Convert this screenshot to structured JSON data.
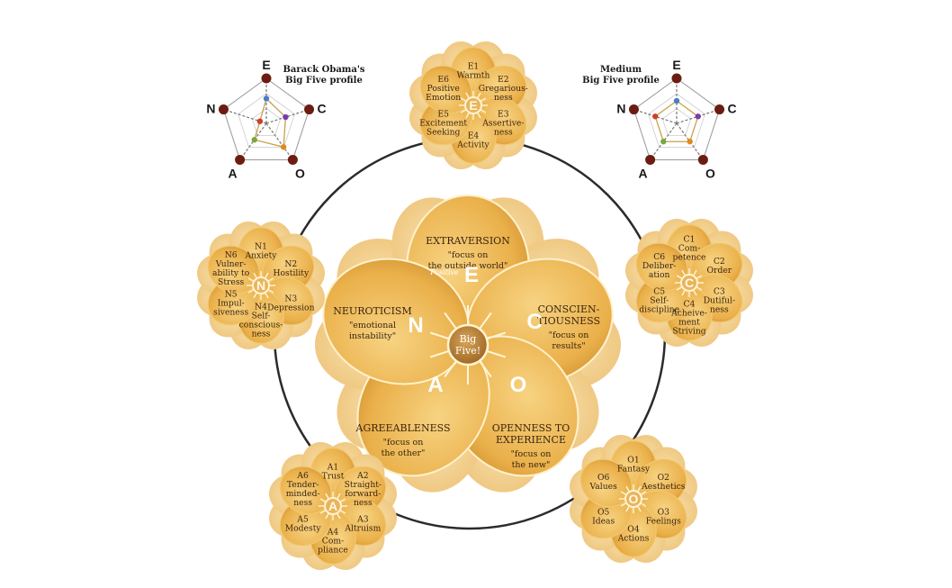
{
  "colors": {
    "petal_light": "#f2c870",
    "petal_mid": "#e9ad45",
    "petal_dark": "#c98a28",
    "petal_back": "#f6dca4",
    "petal_outline": "#b07a2a",
    "text_dark": "#3b2410",
    "ring": "#2b2b2b",
    "node_dark": "#6b1d12",
    "facet_blue": "#4a7fc4",
    "facet_purple": "#7b3ab0",
    "facet_orange": "#e08a1e",
    "facet_green": "#7aa83c",
    "facet_red": "#d03c2c"
  },
  "center": {
    "hub": [
      "Big",
      "Five!"
    ],
    "petals": [
      {
        "letter": "E",
        "title": [
          "EXTRAVERSION"
        ],
        "desc": [
          "\"focus on",
          "the outside world\""
        ]
      },
      {
        "letter": "C",
        "title": [
          "CONSCIEN-",
          "TIOUSNESS"
        ],
        "desc": [
          "\"focus on",
          "results\""
        ]
      },
      {
        "letter": "O",
        "title": [
          "OPENNESS TO",
          "EXPERIENCE"
        ],
        "desc": [
          "\"focus on",
          "the new\""
        ]
      },
      {
        "letter": "A",
        "title": [
          "AGREEABLENESS"
        ],
        "desc": [
          "\"focus on",
          "the other\""
        ]
      },
      {
        "letter": "N",
        "title": [
          "NEUROTICISM"
        ],
        "desc": [
          "\"emotional",
          "instability\""
        ]
      }
    ],
    "positive_label": "Positive"
  },
  "flowers": [
    {
      "id": "E",
      "letter": "E",
      "facets": [
        {
          "code": "E1",
          "lines": [
            "Warmth"
          ]
        },
        {
          "code": "E2",
          "lines": [
            "Gregarious-",
            "ness"
          ]
        },
        {
          "code": "E3",
          "lines": [
            "Assertive-",
            "ness"
          ]
        },
        {
          "code": "E4",
          "lines": [
            "Activity"
          ]
        },
        {
          "code": "E5",
          "lines": [
            "Excitement",
            "Seeking"
          ]
        },
        {
          "code": "E6",
          "lines": [
            "Positive",
            "Emotion"
          ]
        }
      ]
    },
    {
      "id": "C",
      "letter": "C",
      "facets": [
        {
          "code": "C1",
          "lines": [
            "Com-",
            "petence"
          ]
        },
        {
          "code": "C2",
          "lines": [
            "Order"
          ]
        },
        {
          "code": "C3",
          "lines": [
            "Dutiful-",
            "ness"
          ]
        },
        {
          "code": "C4",
          "lines": [
            "Acheive-",
            "ment",
            "Striving"
          ]
        },
        {
          "code": "C5",
          "lines": [
            "Self-",
            "discipline"
          ]
        },
        {
          "code": "C6",
          "lines": [
            "Deliber-",
            "ation"
          ]
        }
      ]
    },
    {
      "id": "O",
      "letter": "O",
      "facets": [
        {
          "code": "O1",
          "lines": [
            "Fantasy"
          ]
        },
        {
          "code": "O2",
          "lines": [
            "Aesthetics"
          ]
        },
        {
          "code": "O3",
          "lines": [
            "Feelings"
          ]
        },
        {
          "code": "O4",
          "lines": [
            "Actions"
          ]
        },
        {
          "code": "O5",
          "lines": [
            "Ideas"
          ]
        },
        {
          "code": "O6",
          "lines": [
            "Values"
          ]
        }
      ]
    },
    {
      "id": "A",
      "letter": "A",
      "facets": [
        {
          "code": "A1",
          "lines": [
            "Trust"
          ]
        },
        {
          "code": "A2",
          "lines": [
            "Straight-",
            "forward-",
            "ness"
          ]
        },
        {
          "code": "A3",
          "lines": [
            "Altruism"
          ]
        },
        {
          "code": "A4",
          "lines": [
            "Com-",
            "pliance"
          ]
        },
        {
          "code": "A5",
          "lines": [
            "Modesty"
          ]
        },
        {
          "code": "A6",
          "lines": [
            "Tender-",
            "minded-",
            "ness"
          ]
        }
      ]
    },
    {
      "id": "N",
      "letter": "N",
      "facets": [
        {
          "code": "N1",
          "lines": [
            "Anxiety"
          ]
        },
        {
          "code": "N2",
          "lines": [
            "Hostility"
          ]
        },
        {
          "code": "N3",
          "lines": [
            "Depression"
          ]
        },
        {
          "code": "N4",
          "lines": [
            "Self-",
            "conscious-",
            "ness"
          ]
        },
        {
          "code": "N5",
          "lines": [
            "Impul-",
            "siveness"
          ]
        },
        {
          "code": "N6",
          "lines": [
            "Vulner-",
            "ability to",
            "Stress"
          ]
        }
      ]
    }
  ],
  "profiles": [
    {
      "id": "obama",
      "title": [
        "Barack Obama's",
        "Big Five profile"
      ],
      "axes": [
        "E",
        "C",
        "O",
        "A",
        "N"
      ],
      "levels": [
        0.55,
        0.45,
        0.65,
        0.45,
        0.15
      ]
    },
    {
      "id": "medium",
      "title": [
        "Medium",
        "Big Five profile"
      ],
      "axes": [
        "E",
        "C",
        "O",
        "A",
        "N"
      ],
      "levels": [
        0.5,
        0.5,
        0.5,
        0.5,
        0.5
      ]
    }
  ]
}
